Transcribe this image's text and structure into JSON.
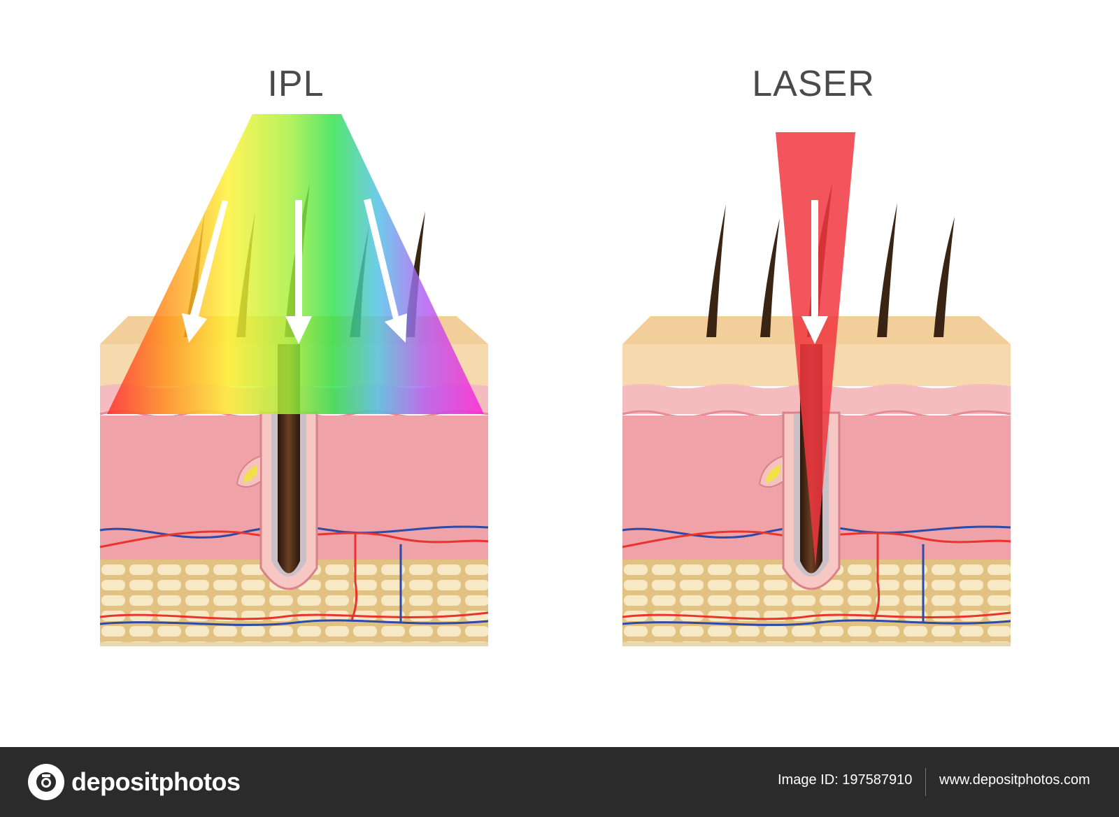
{
  "panels": {
    "left_title": "IPL",
    "right_title": "LASER"
  },
  "footer": {
    "brand": "depositphotos",
    "image_id_label": "Image ID:",
    "image_id": "197587910",
    "site": "www.depositphotos.com"
  },
  "colors": {
    "epidermis": "#f6d7a6",
    "dermis": "#efa3a8",
    "dermal_papillae": "#f4bcbf",
    "fat": "#e8cc8f",
    "fat_cell": "#f6e7c4",
    "hair": "#4a2c1a",
    "artery": "#e8342c",
    "vein": "#2c4aa8",
    "laser_beam": "#f0373f",
    "arrow": "#ffffff",
    "footer_bg": "#2b2b2b"
  }
}
